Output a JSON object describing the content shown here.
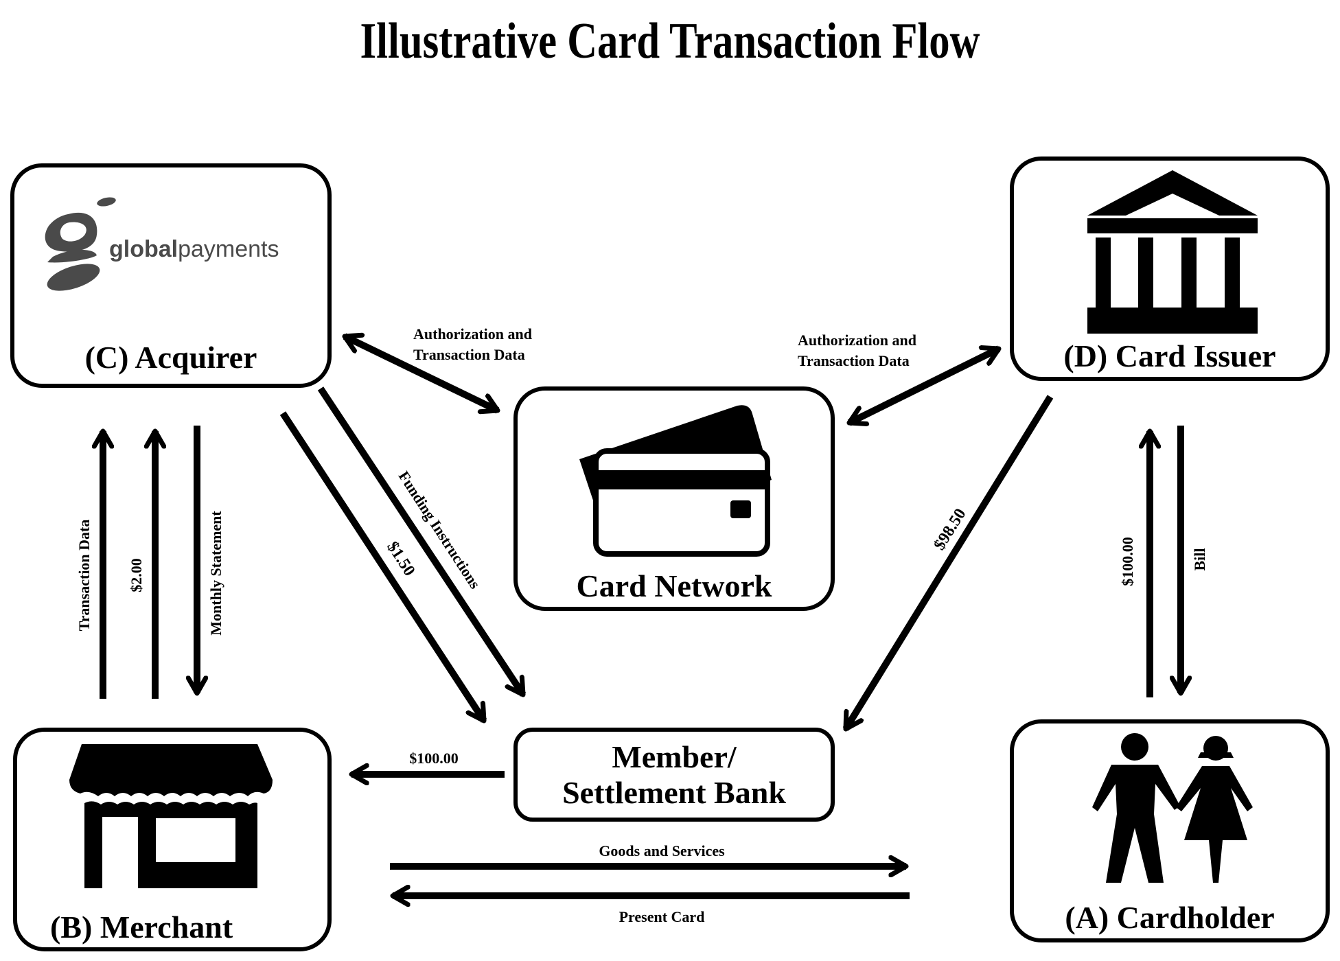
{
  "title": "Illustrative Card Transaction Flow",
  "nodes": {
    "acquirer": {
      "label": "(C) Acquirer",
      "logo_bold": "global",
      "logo_regular": "payments",
      "icon": "globalpayments-logo"
    },
    "issuer": {
      "label": "(D) Card Issuer",
      "icon": "bank-building-icon"
    },
    "network": {
      "label": "Card Network",
      "icon": "credit-cards-icon"
    },
    "settlement": {
      "label_line1": "Member/",
      "label_line2": "Settlement Bank"
    },
    "merchant": {
      "label": "(B) Merchant",
      "icon": "storefront-icon"
    },
    "cardholder": {
      "label": "(A) Cardholder",
      "icon": "couple-people-icon"
    }
  },
  "flows": {
    "acq_network_auth": {
      "line1": "Authorization and",
      "line2": "Transaction Data",
      "direction": "bidirectional"
    },
    "network_issuer_auth": {
      "line1": "Authorization and",
      "line2": "Transaction Data",
      "direction": "bidirectional"
    },
    "merchant_to_acq_txn": {
      "label": "Transaction Data",
      "direction": "merchant-to-acquirer"
    },
    "merchant_to_acq_fee": {
      "label": "$2.00",
      "direction": "merchant-to-acquirer"
    },
    "acq_to_merchant_statement": {
      "label": "Monthly Statement",
      "direction": "acquirer-to-merchant"
    },
    "acq_to_bank_fee": {
      "label": "$1.50",
      "direction": "acquirer-to-settlement"
    },
    "acq_to_bank_funding": {
      "label": "Funding Instructions",
      "direction": "acquirer-to-settlement"
    },
    "issuer_to_bank": {
      "label": "$98.50",
      "direction": "issuer-to-settlement"
    },
    "cardholder_to_issuer": {
      "label": "$100.00",
      "direction": "cardholder-to-issuer"
    },
    "issuer_to_cardholder_bill": {
      "label": "Bill",
      "direction": "issuer-to-cardholder"
    },
    "bank_to_merchant": {
      "label": "$100.00",
      "direction": "settlement-to-merchant"
    },
    "merchant_to_cardholder_goods": {
      "label": "Goods and Services",
      "direction": "merchant-to-cardholder"
    },
    "cardholder_to_merchant_card": {
      "label": "Present Card",
      "direction": "cardholder-to-merchant"
    }
  },
  "colors": {
    "ink": "#000000",
    "logo_gray": "#4a4a4a",
    "background": "#ffffff"
  }
}
